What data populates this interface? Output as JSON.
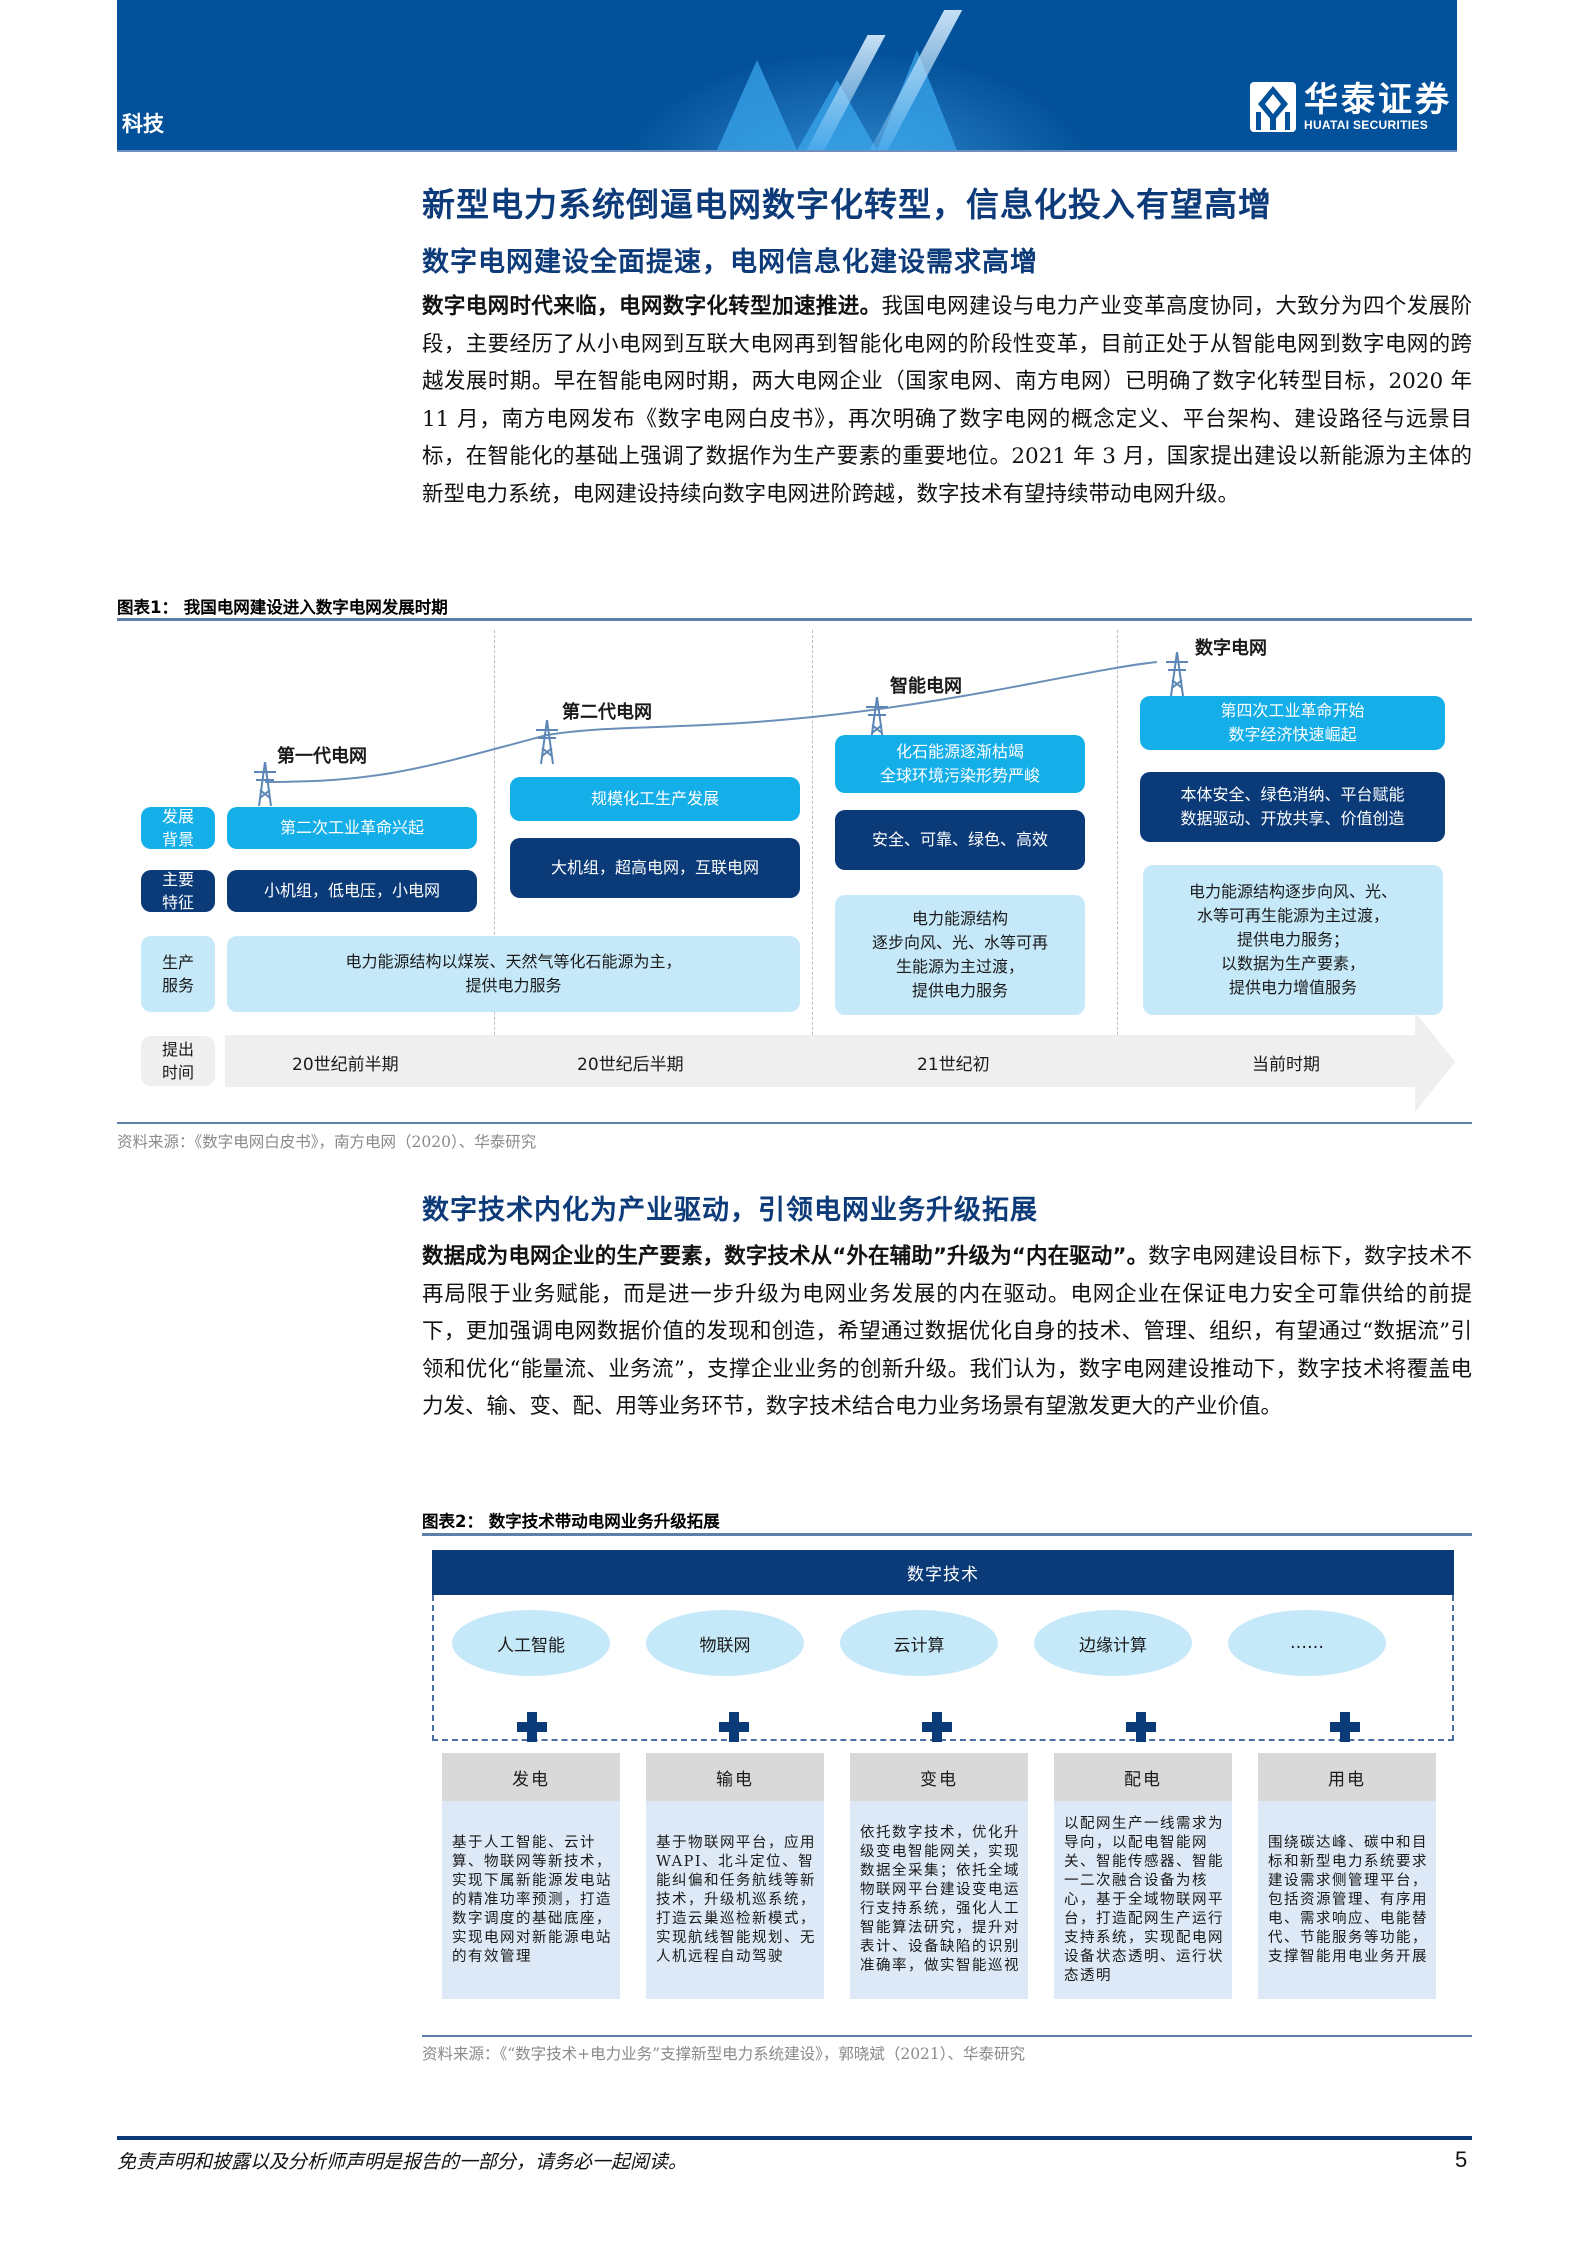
{
  "header": {
    "sector": "科技",
    "brand_cn": "华泰证券",
    "brand_en": "HUATAI SECURITIES",
    "banner_color": "#03519a"
  },
  "titles": {
    "main": "新型电力系统倒逼电网数字化转型，信息化投入有望高增",
    "section1": "数字电网建设全面提速，电网信息化建设需求高增",
    "section2": "数字技术内化为产业驱动，引领电网业务升级拓展"
  },
  "paragraphs": {
    "p1_bold": "数字电网时代来临，电网数字化转型加速推进。",
    "p1_text": "我国电网建设与电力产业变革高度协同，大致分为四个发展阶段，主要经历了从小电网到互联大电网再到智能化电网的阶段性变革，目前正处于从智能电网到数字电网的跨越发展时期。早在智能电网时期，两大电网企业（国家电网、南方电网）已明确了数字化转型目标，2020 年 11 月，南方电网发布《数字电网白皮书》，再次明确了数字电网的概念定义、平台架构、建设路径与远景目标，在智能化的基础上强调了数据作为生产要素的重要地位。2021 年 3 月，国家提出建设以新能源为主体的新型电力系统，电网建设持续向数字电网进阶跨越，数字技术有望持续带动电网升级。",
    "p2_bold": "数据成为电网企业的生产要素，数字技术从“外在辅助”升级为“内在驱动”。",
    "p2_text": "数字电网建设目标下，数字技术不再局限于业务赋能，而是进一步升级为电网业务发展的内在驱动。电网企业在保证电力安全可靠供给的前提下，更加强调电网数据价值的发现和创造，希望通过数据优化自身的技术、管理、组织，有望通过“数据流”引领和优化“能量流、业务流”，支撑企业业务的创新升级。我们认为，数字电网建设推动下，数字技术将覆盖电力发、输、变、配、用等业务环节，数字技术结合电力业务场景有望激发更大的产业价值。"
  },
  "figure1": {
    "title": "图表1：  我国电网建设进入数字电网发展时期",
    "source": "资料来源：《数字电网白皮书》，南方电网（2020）、华泰研究",
    "row_labels": [
      "发展\n背景",
      "主要\n特征",
      "生产\n服务",
      "提出\n时间"
    ],
    "generations": [
      {
        "name": "第一代电网",
        "background": "第二次工业革命兴起",
        "features": "小机组，低电压，小电网",
        "time": "20世纪前半期"
      },
      {
        "name": "第二代电网",
        "background": "规模化工生产发展",
        "features": "大机组，超高电网，互联电网",
        "time": "20世纪后半期"
      },
      {
        "name": "智能电网",
        "background": "化石能源逐渐枯竭\n全球环境污染形势严峻",
        "features": "安全、可靠、绿色、高效",
        "service": "电力能源结构\n逐步向风、光、水等可再\n生能源为主过渡，\n提供电力服务",
        "time": "21世纪初"
      },
      {
        "name": "数字电网",
        "background": "第四次工业革命开始\n数字经济快速崛起",
        "features": "本体安全、绿色消纳、平台赋能\n数据驱动、开放共享、价值创造",
        "service": "电力能源结构逐步向风、光、\n水等可再生能源为主过渡，\n提供电力服务；\n以数据为生产要素，\n提供电力增值服务",
        "time": "当前时期"
      }
    ],
    "shared_service": "电力能源结构以煤炭、天然气等化石能源为主，\n提供电力服务",
    "colors": {
      "mid": "#14aee8",
      "dark": "#0a3a78",
      "light": "#c6e9fa",
      "gray": "#efefef"
    }
  },
  "figure2": {
    "title": "图表2：  数字技术带动电网业务升级拓展",
    "source": "资料来源：《“数字技术+电力业务”支撑新型电力系统建设》，郭晓斌（2021）、华泰研究",
    "tech_header": "数字技术",
    "technologies": [
      "人工智能",
      "物联网",
      "云计算",
      "边缘计算",
      "……"
    ],
    "plus_icon": "plus-icon",
    "segments": [
      {
        "name": "发电",
        "desc": "基于人工智能、云计算、物联网等新技术，实现下属新能源发电站的精准功率预测，打造数字调度的基础底座，实现电网对新能源电站的有效管理"
      },
      {
        "name": "输电",
        "desc": "基于物联网平台，应用WAPI、北斗定位、智能纠偏和任务航线等新技术，升级机巡系统，打造云巢巡检新模式，实现航线智能规划、无人机远程自动驾驶"
      },
      {
        "name": "变电",
        "desc": "依托数字技术，优化升级变电智能网关，实现数据全采集；依托全域物联网平台建设变电运行支持系统，强化人工智能算法研究，提升对表计、设备缺陷的识别准确率，做实智能巡视"
      },
      {
        "name": "配电",
        "desc": "以配网生产一线需求为导向，以配电智能网关、智能传感器、智能一二次融合设备为核心，基于全域物联网平台，打造配网生产运行支持系统，实现配电网设备状态透明、运行状态透明"
      },
      {
        "name": "用电",
        "desc": "围绕碳达峰、碳中和目标和新型电力系统要求建设需求侧管理平台，包括资源管理、有序用电、需求响应、电能替代、节能服务等功能，支撑智能用电业务开展"
      }
    ]
  },
  "footer": {
    "disclaimer": "免责声明和披露以及分析师声明是报告的一部分，请务必一起阅读。",
    "page_number": "5"
  }
}
